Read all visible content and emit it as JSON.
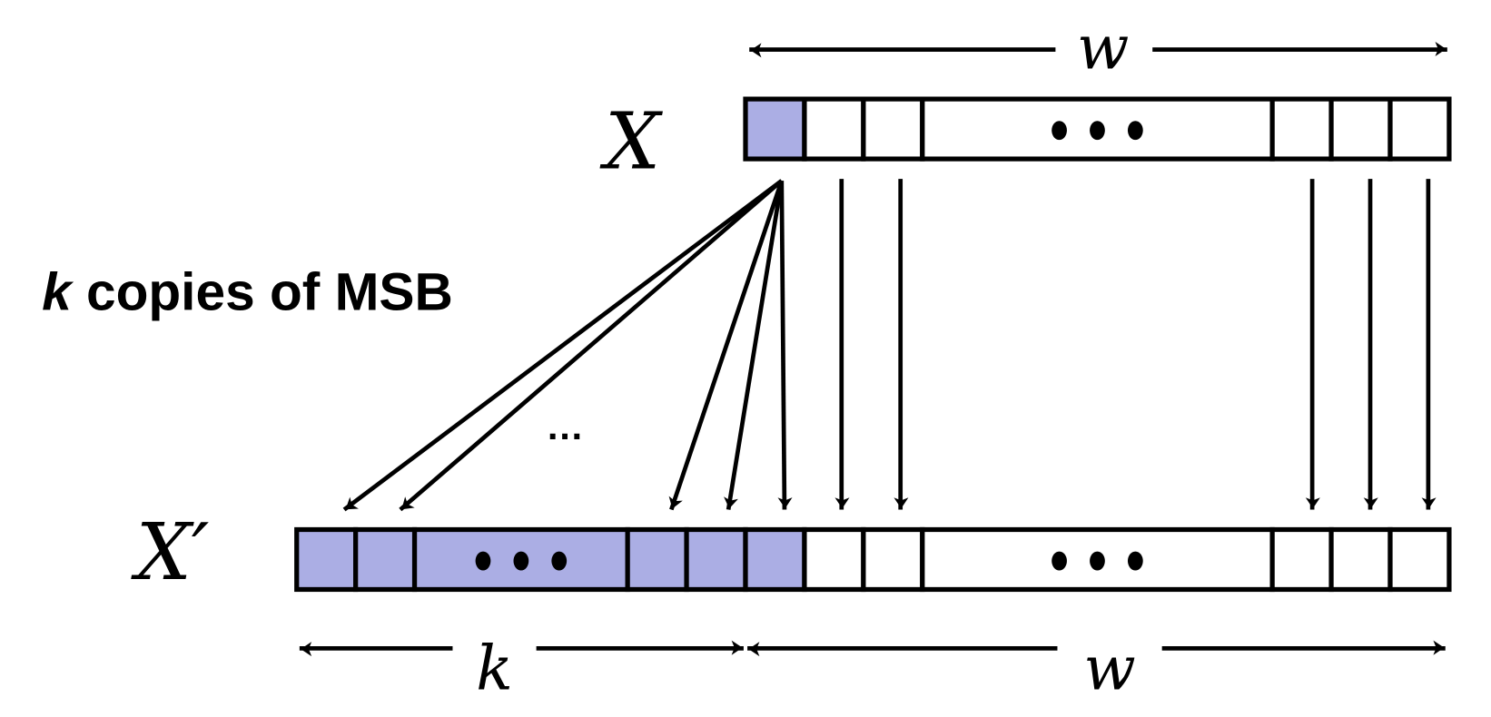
{
  "labels": {
    "x": "X",
    "x_prime": "X′",
    "top_width": "w",
    "bottom_k": "k",
    "bottom_width": "w",
    "caption_var": "k",
    "caption_rest": " copies of MSB",
    "ellipsis_arrows": "…",
    "ellipsis_cells": "• • •"
  },
  "colors": {
    "msb_fill": "#abaee4",
    "stroke": "#000000",
    "empty_fill": "#ffffff"
  }
}
